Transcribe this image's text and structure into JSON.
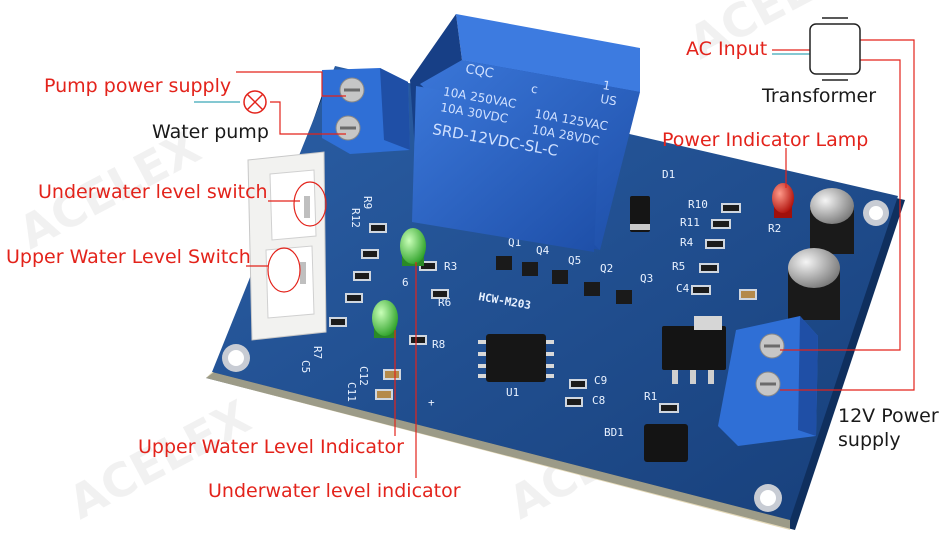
{
  "labels": {
    "pump_power_supply": "Pump power supply",
    "water_pump": "Water pump",
    "underwater_level_switch": "Underwater level switch",
    "upper_water_level_switch": "Upper Water Level Switch",
    "upper_water_level_indicator": "Upper Water Level Indicator",
    "underwater_level_indicator": "Underwater level indicator",
    "ac_input": "AC Input",
    "transformer": "Transformer",
    "power_indicator_lamp": "Power Indicator Lamp",
    "supply_12v_line1": "12V Power",
    "supply_12v_line2": "supply"
  },
  "board": {
    "model": "HCW-M203",
    "relay_brand": "CQC",
    "relay_line1": "10A 250VAC",
    "relay_line2": "10A 30VDC",
    "relay_line3": "10A 125VAC",
    "relay_line4": "10A 28VDC",
    "relay_model": "SRD-12VDC-SL-C",
    "relay_ul": "US",
    "relay_one": "1",
    "relay_c": "c",
    "silk": {
      "d1": "D1",
      "r10": "R10",
      "r11": "R11",
      "r4": "R4",
      "r5": "R5",
      "r2": "R2",
      "c4": "C4",
      "q1": "Q1",
      "q2": "Q2",
      "q3": "Q3",
      "q4": "Q4",
      "q5": "Q5",
      "r3": "R3",
      "r6": "R6",
      "r8": "R8",
      "r9": "R9",
      "r12": "R12",
      "r7": "R7",
      "c5": "C5",
      "c12": "C12",
      "c11": "C11",
      "c9": "C9",
      "c8": "C8",
      "u1": "U1",
      "r1": "R1",
      "bd1": "BD1",
      "six": "6",
      "plus": "+"
    }
  },
  "watermark": "ACELEX",
  "colors": {
    "label_red": "#e3231b",
    "pcb_blue": "#1f4f92",
    "relay_blue": "#2a63c6",
    "terminal_blue": "#2f6fd6",
    "led_green": "#4fd14a",
    "led_red": "#e0261c",
    "leader_teal": "#3aa8b8"
  }
}
